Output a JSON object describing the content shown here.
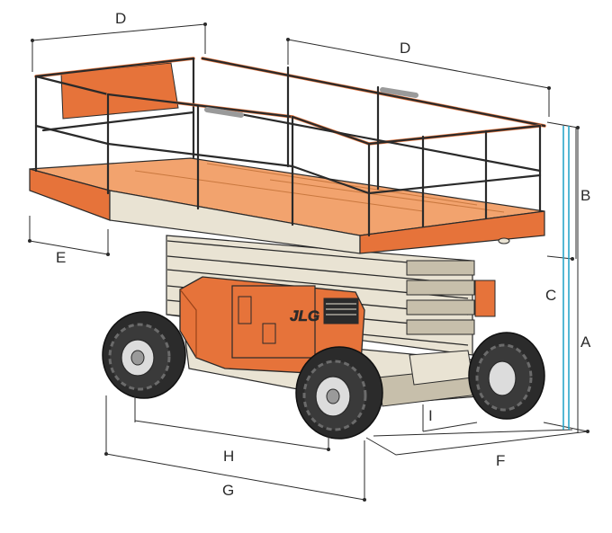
{
  "diagram": {
    "subject": "scissor lift with work platform",
    "brand_logo": "JLG",
    "colors": {
      "accent": "#e6733a",
      "accent_dark": "#9a4319",
      "body": "#e9e3d3",
      "body_shadow": "#c7bfab",
      "tire": "#2b2b2b",
      "rim": "#dcdcdc",
      "line": "#2a2a2a",
      "height_marker": "#2aa7c9"
    },
    "dimension_labels": {
      "d_top_left": "D",
      "d_top_right": "D",
      "e": "E",
      "b": "B",
      "c": "C",
      "a": "A",
      "i": "I",
      "h": "H",
      "f": "F",
      "g": "G"
    }
  }
}
